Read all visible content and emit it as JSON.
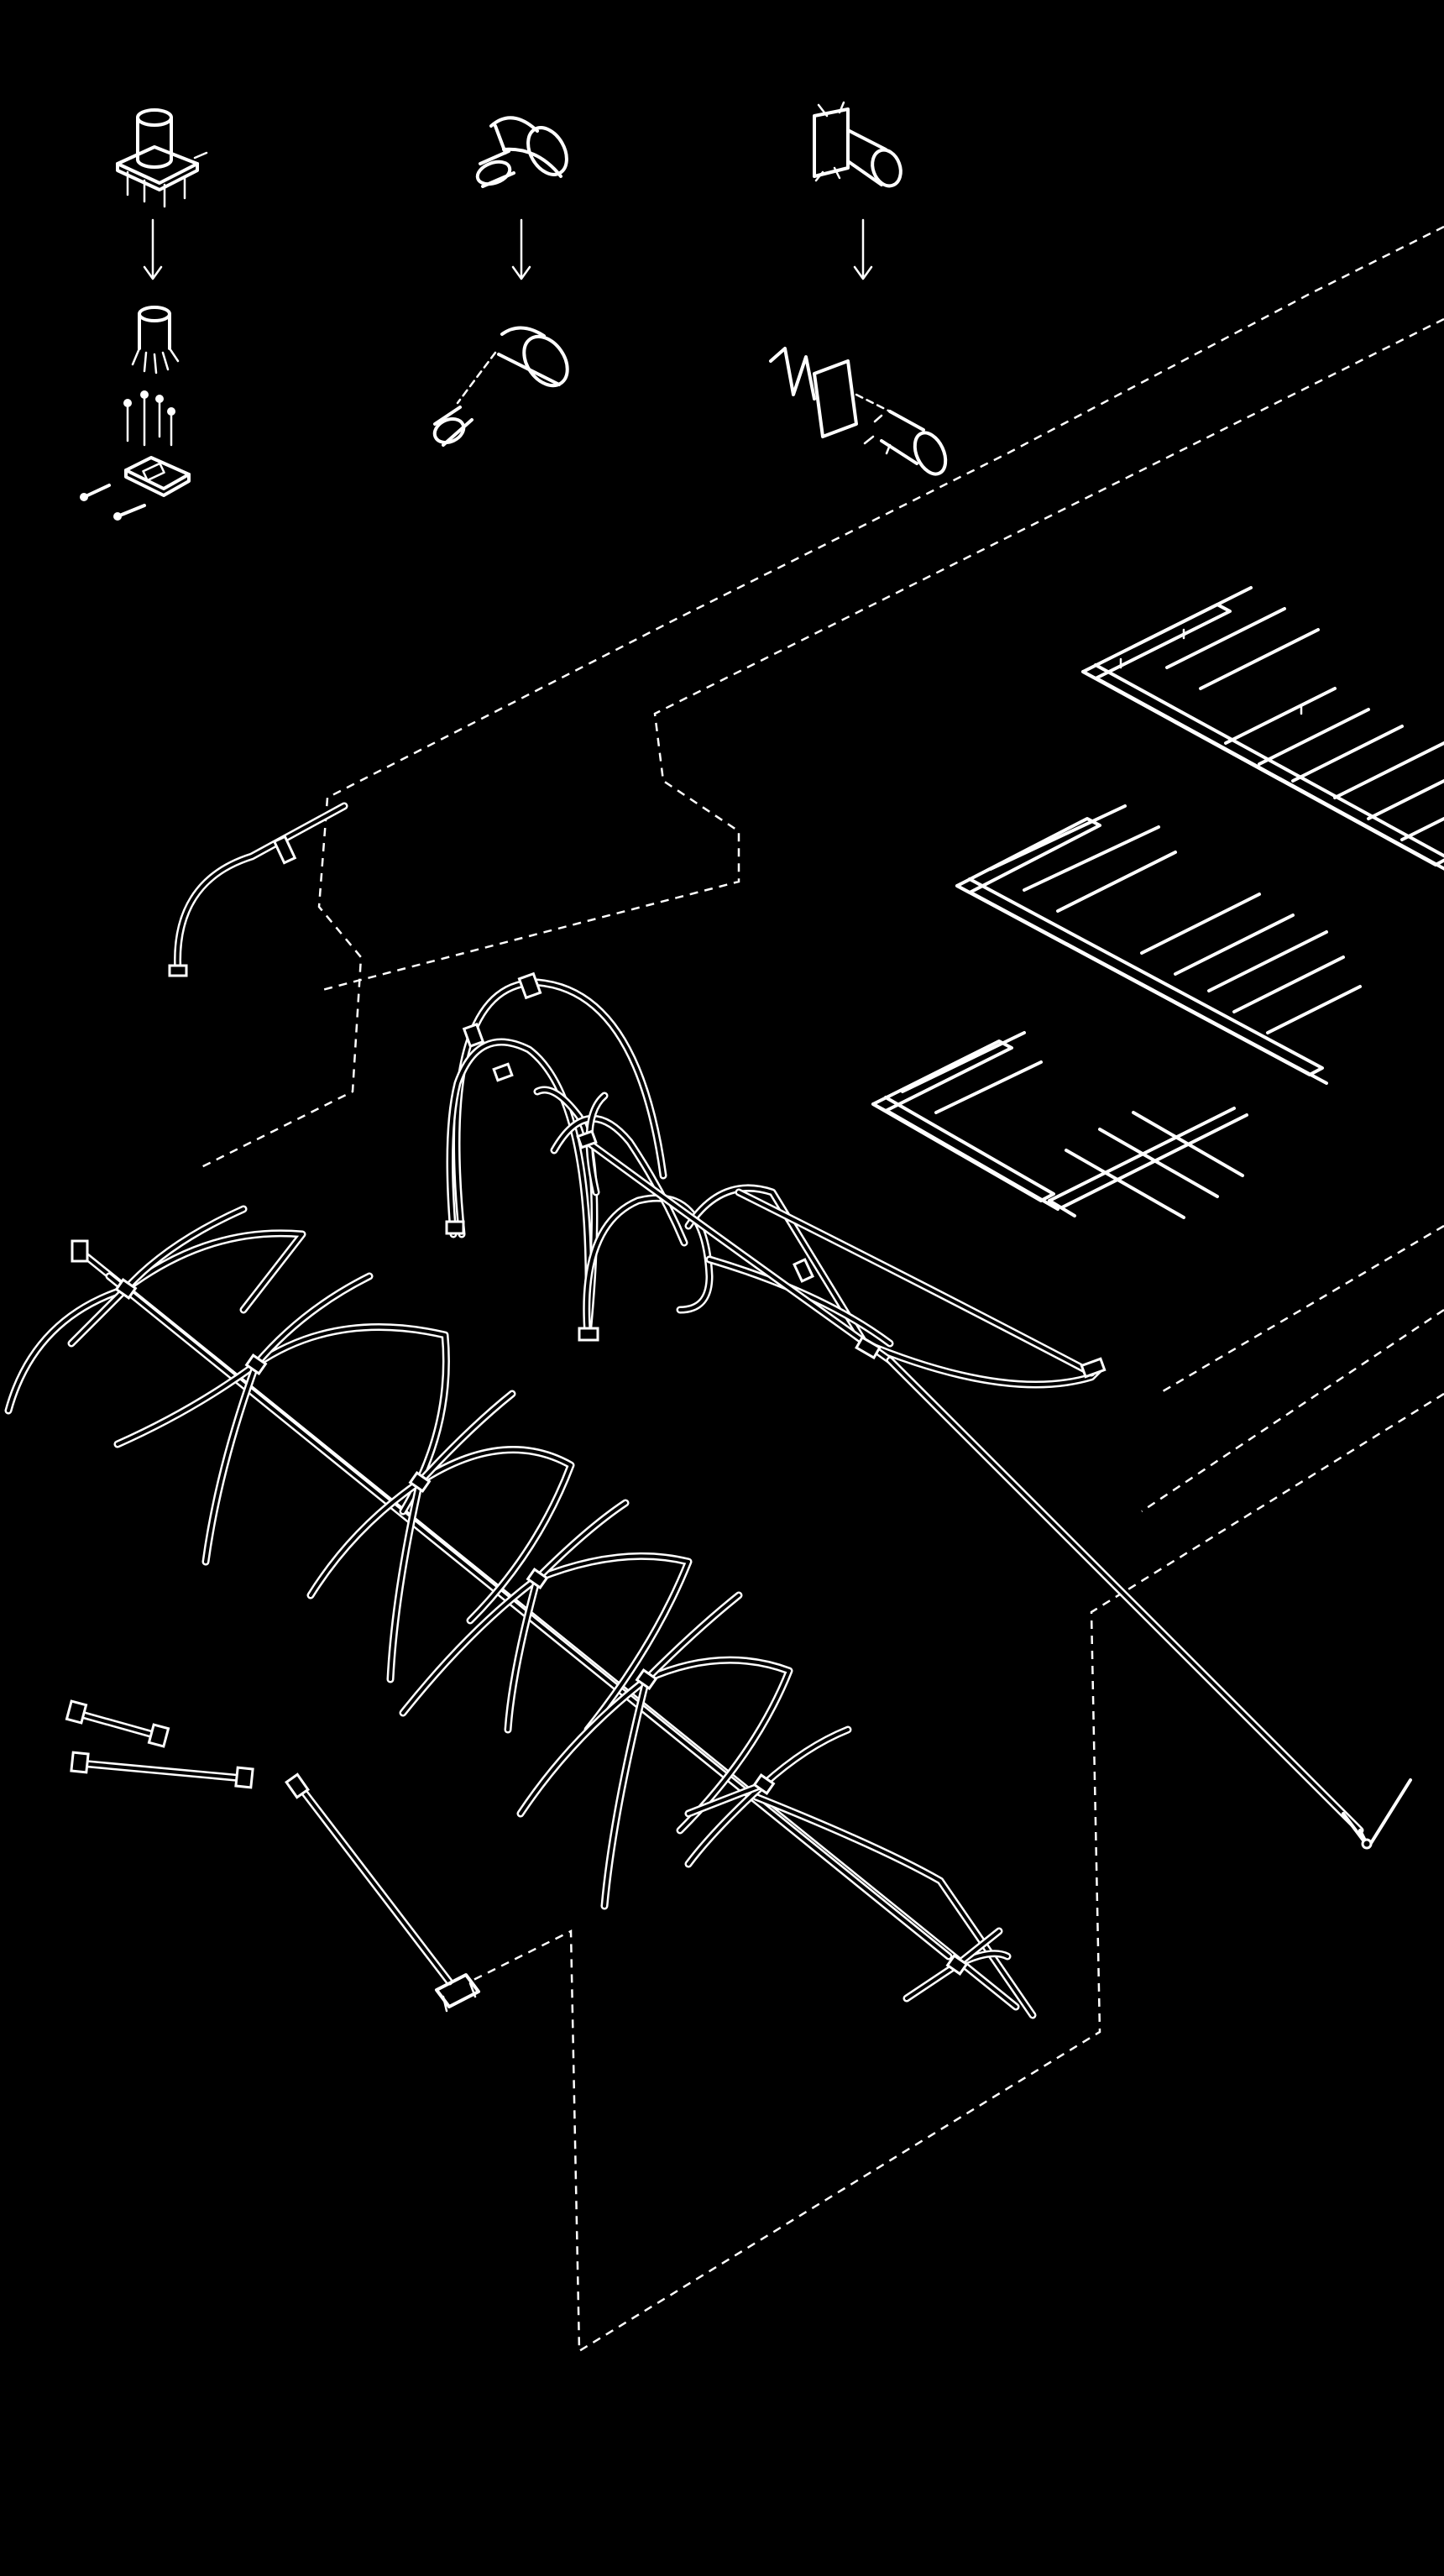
{
  "colors": {
    "background": "#000000",
    "linework": "#ffffff"
  },
  "drawing": {
    "style": "white line isometric exploded axonometric on black",
    "components": [
      "joint-detail-base-plate",
      "joint-detail-tee",
      "joint-detail-flange",
      "floor-frame-upper",
      "floor-frame-middle",
      "floor-frame-lower",
      "single-arch",
      "arch-cluster",
      "rib-spine-assembly",
      "loose-struts",
      "diagonal-tie-rod",
      "long-tension-cable"
    ]
  }
}
